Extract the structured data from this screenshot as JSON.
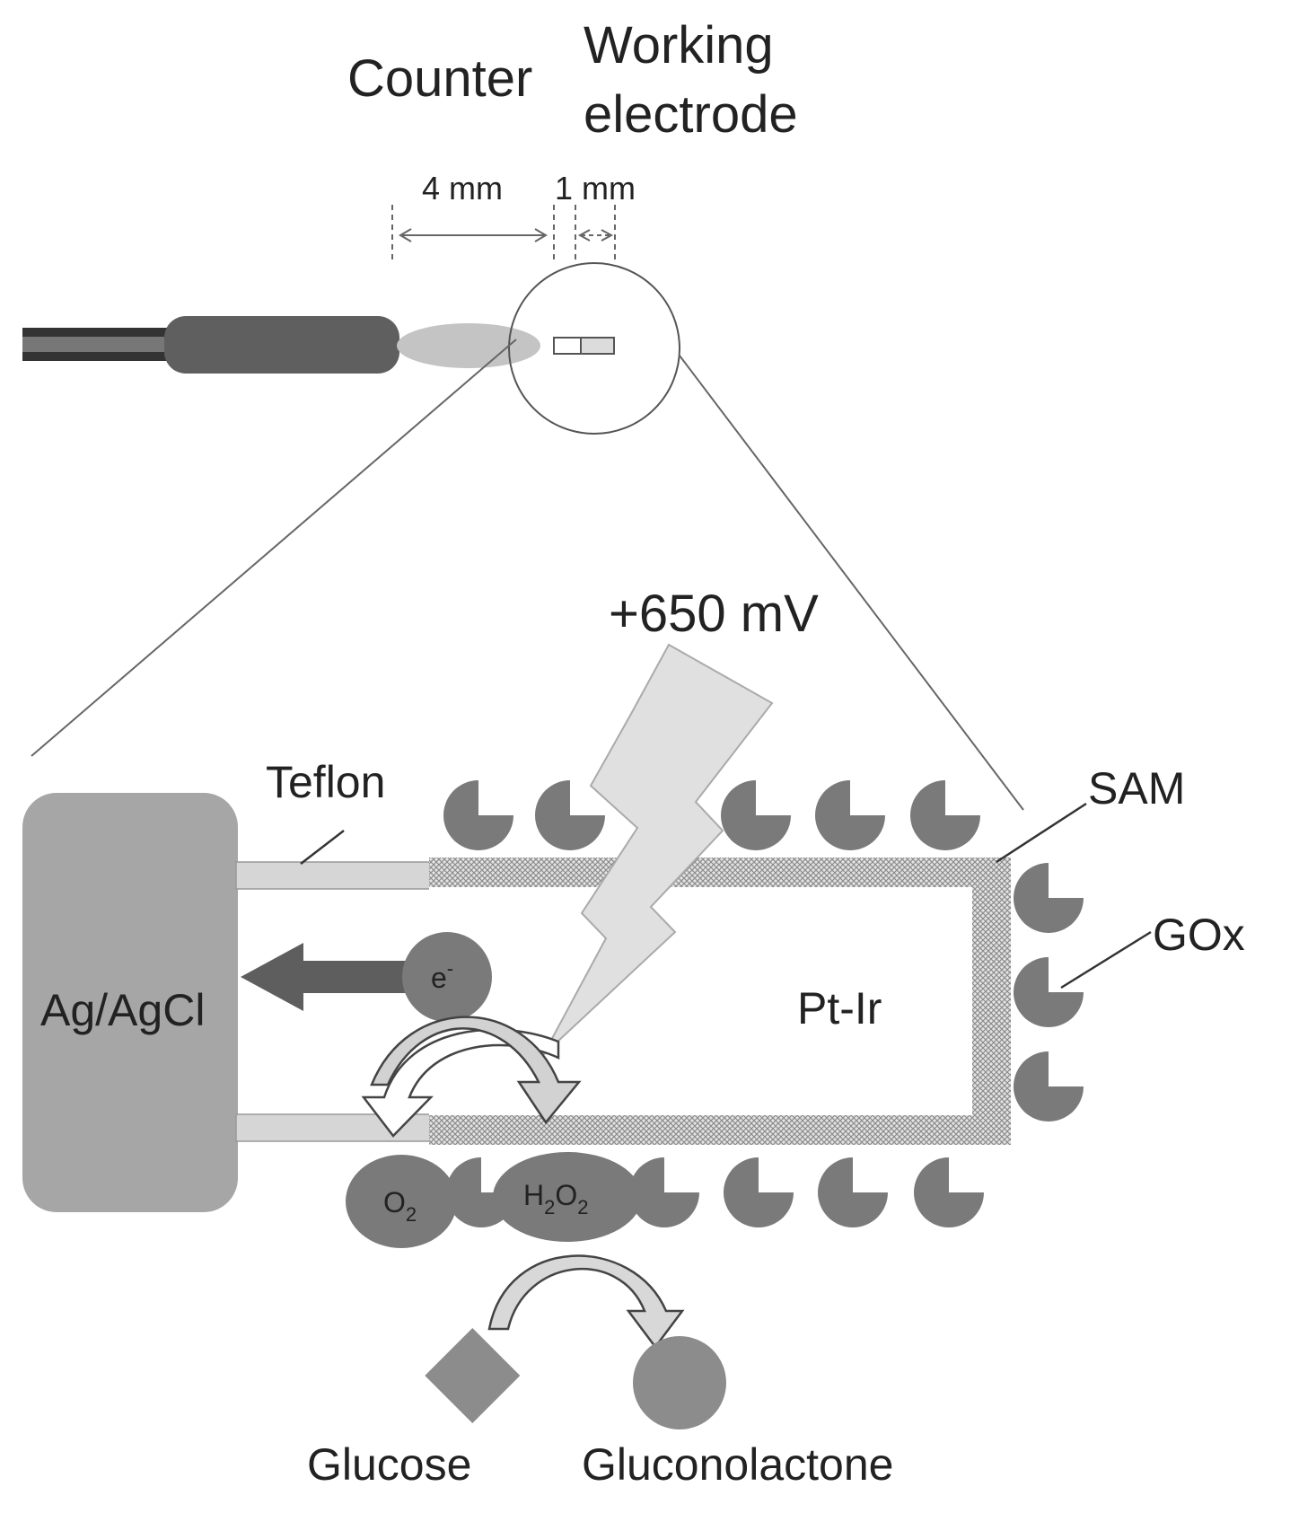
{
  "labels": {
    "counter": "Counter",
    "working_line1": "Working",
    "working_line2": "electrode",
    "dim_4mm": "4 mm",
    "dim_1mm": "1 mm",
    "voltage": "+650 mV",
    "teflon": "Teflon",
    "sam": "SAM",
    "gox": "GOx",
    "ag_agcl": "Ag/AgCl",
    "pt_ir": "Pt-Ir",
    "electron": "e",
    "electron_sup": "-",
    "o2_main": "O",
    "o2_sub": "2",
    "h2o2_h": "H",
    "h2o2_sub1": "2",
    "h2o2_o": "O",
    "h2o2_sub2": "2",
    "glucose": "Glucose",
    "gluconolactone": "Gluconolactone"
  },
  "colors": {
    "enzyme": "#7a7a7a",
    "ag_block": "#a6a6a6",
    "teflon": "#d6d6d6",
    "bolt": "#e0e0e0",
    "arrow": "#5e5e5e",
    "electrode_body": "#5f5f5f",
    "electrode_tip": "#c4c4c4",
    "mesh": "#b0b0b0"
  }
}
